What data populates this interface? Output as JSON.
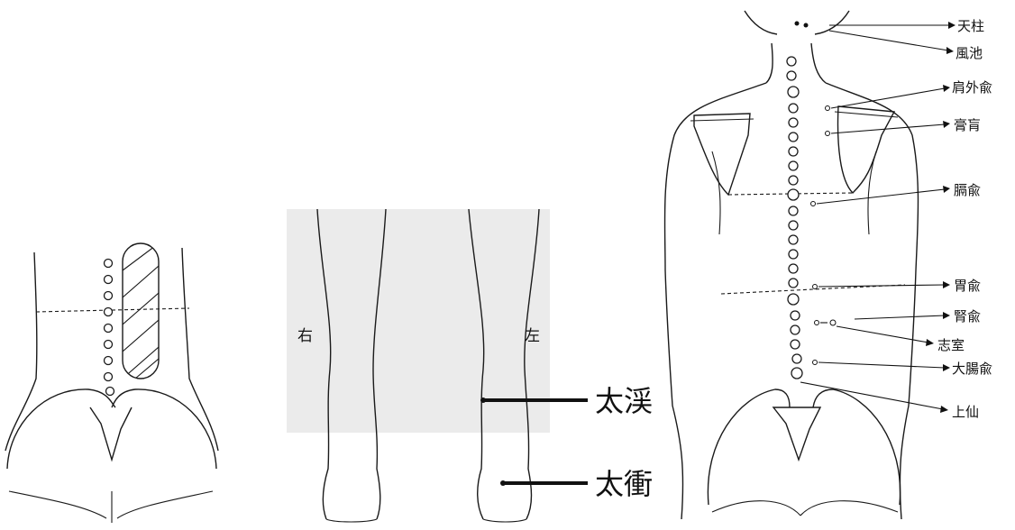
{
  "colors": {
    "ink": "#1a1a1a",
    "shade": "#d9d9d9",
    "background": "#ffffff"
  },
  "figure_legs": {
    "side_right": "右",
    "side_left": "左",
    "points": [
      "太渓",
      "太衝"
    ]
  },
  "figure_back": {
    "points": [
      "天柱",
      "風池",
      "肩外兪",
      "膏肓",
      "膈兪",
      "胃兪",
      "腎兪",
      "志室",
      "大腸兪",
      "上仙"
    ]
  }
}
